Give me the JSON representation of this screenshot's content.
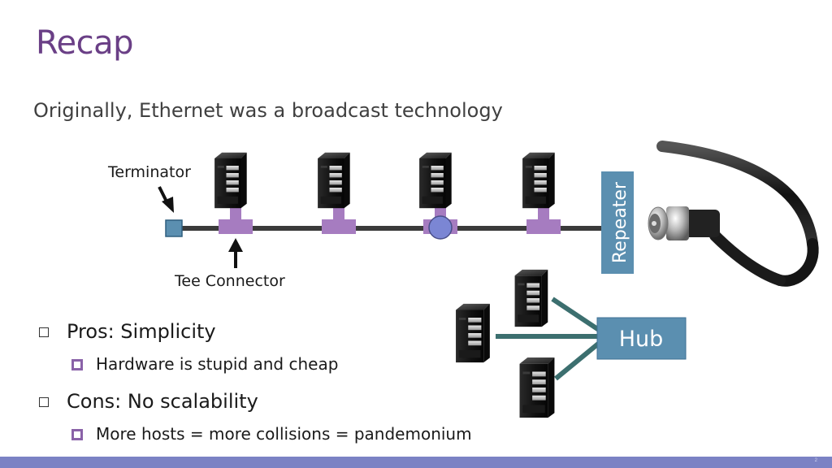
{
  "title": "Recap",
  "subtitle": "Originally, Ethernet was a broadcast technology",
  "diagram": {
    "terminator_label": "Terminator",
    "tee_connector_label": "Tee Connector",
    "repeater_label": "Repeater",
    "hub_label": "Hub"
  },
  "bullets": [
    {
      "text": "Pros: Simplicity",
      "sub": "Hardware is stupid and cheap"
    },
    {
      "text": "Cons: No scalability",
      "sub": "More hosts = more collisions = pandemonium"
    }
  ],
  "page_number": "2",
  "colors": {
    "title": "#6a3f86",
    "tee": "#a67cc0",
    "repeater": "#5b8fb0",
    "hub": "#5b8fb0",
    "hub_link": "#3c6f6f",
    "bus": "#3a3a3a",
    "footer": "#7b82c4"
  }
}
